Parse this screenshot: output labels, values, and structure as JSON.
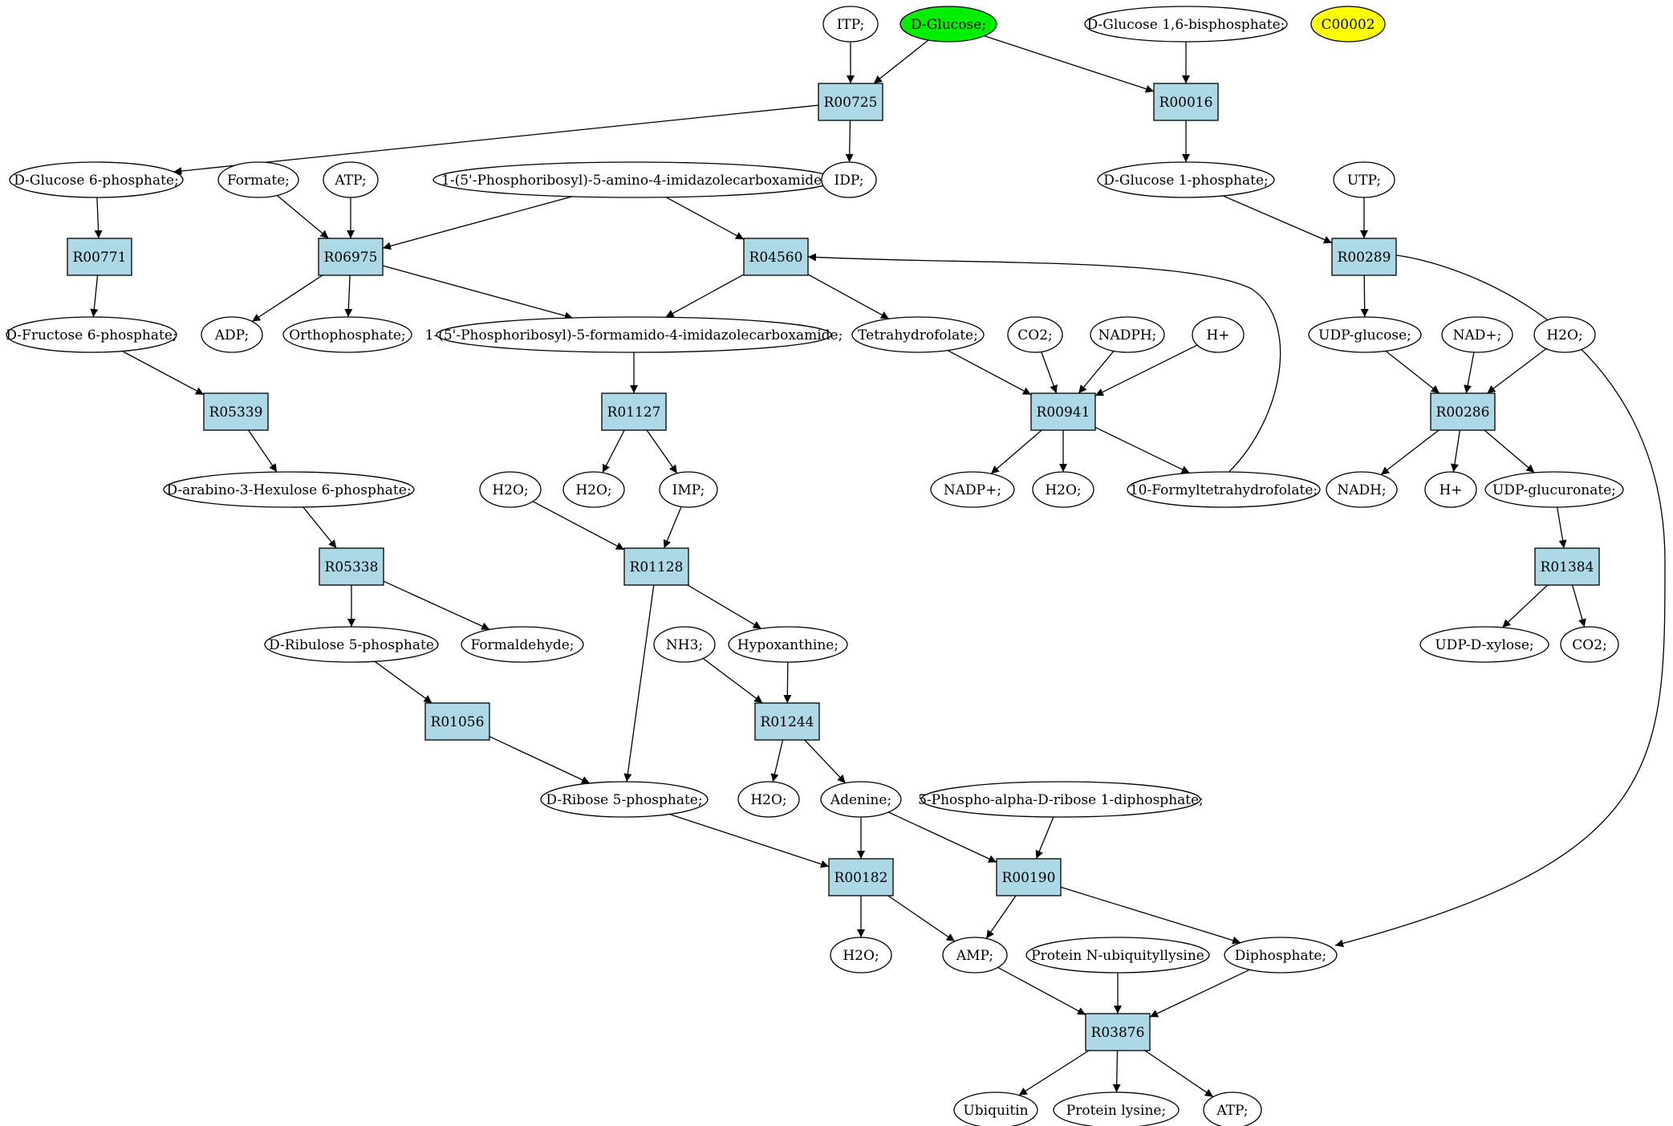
{
  "diagram": {
    "compounds": [
      {
        "id": "itp",
        "label": "ITP;",
        "fill": "#ffffff"
      },
      {
        "id": "glucose",
        "label": "D-Glucose;",
        "fill": "#00ee00"
      },
      {
        "id": "g16bp",
        "label": "D-Glucose 1,6-bisphosphate;",
        "fill": "#ffffff"
      },
      {
        "id": "c00002",
        "label": "C00002",
        "fill": "#ffff00"
      },
      {
        "id": "g6p",
        "label": "D-Glucose 6-phosphate;",
        "fill": "#ffffff"
      },
      {
        "id": "formate",
        "label": "Formate;",
        "fill": "#ffffff"
      },
      {
        "id": "atp1",
        "label": "ATP;",
        "fill": "#ffffff"
      },
      {
        "id": "aicar",
        "label": "1-(5'-Phosphoribosyl)-5-amino-4-imidazolecarboxamide;",
        "fill": "#ffffff"
      },
      {
        "id": "idp",
        "label": "IDP;",
        "fill": "#ffffff"
      },
      {
        "id": "g1p",
        "label": "D-Glucose 1-phosphate;",
        "fill": "#ffffff"
      },
      {
        "id": "utp",
        "label": "UTP;",
        "fill": "#ffffff"
      },
      {
        "id": "f6p",
        "label": "D-Fructose 6-phosphate;",
        "fill": "#ffffff"
      },
      {
        "id": "adp",
        "label": "ADP;",
        "fill": "#ffffff"
      },
      {
        "id": "pi",
        "label": "Orthophosphate;",
        "fill": "#ffffff"
      },
      {
        "id": "faicar",
        "label": "1-(5'-Phosphoribosyl)-5-formamido-4-imidazolecarboxamide;",
        "fill": "#ffffff"
      },
      {
        "id": "thf",
        "label": "Tetrahydrofolate;",
        "fill": "#ffffff"
      },
      {
        "id": "co2a",
        "label": "CO2;",
        "fill": "#ffffff"
      },
      {
        "id": "nadph",
        "label": "NADPH;",
        "fill": "#ffffff"
      },
      {
        "id": "hplus1",
        "label": "H+",
        "fill": "#ffffff"
      },
      {
        "id": "udpglc",
        "label": "UDP-glucose;",
        "fill": "#ffffff"
      },
      {
        "id": "nad",
        "label": "NAD+;",
        "fill": "#ffffff"
      },
      {
        "id": "h2o1",
        "label": "H2O;",
        "fill": "#ffffff"
      },
      {
        "id": "hex6p",
        "label": "D-arabino-3-Hexulose 6-phosphate;",
        "fill": "#ffffff"
      },
      {
        "id": "h2o2",
        "label": "H2O;",
        "fill": "#ffffff"
      },
      {
        "id": "h2o3",
        "label": "H2O;",
        "fill": "#ffffff"
      },
      {
        "id": "imp",
        "label": "IMP;",
        "fill": "#ffffff"
      },
      {
        "id": "nadp",
        "label": "NADP+;",
        "fill": "#ffffff"
      },
      {
        "id": "h2o4",
        "label": "H2O;",
        "fill": "#ffffff"
      },
      {
        "id": "fthf",
        "label": "10-Formyltetrahydrofolate;",
        "fill": "#ffffff"
      },
      {
        "id": "nadh",
        "label": "NADH;",
        "fill": "#ffffff"
      },
      {
        "id": "hplus2",
        "label": "H+",
        "fill": "#ffffff"
      },
      {
        "id": "udpglcur",
        "label": "UDP-glucuronate;",
        "fill": "#ffffff"
      },
      {
        "id": "ru5p",
        "label": "D-Ribulose 5-phosphate",
        "fill": "#ffffff"
      },
      {
        "id": "formald",
        "label": "Formaldehyde;",
        "fill": "#ffffff"
      },
      {
        "id": "nh3",
        "label": "NH3;",
        "fill": "#ffffff"
      },
      {
        "id": "hypox",
        "label": "Hypoxanthine;",
        "fill": "#ffffff"
      },
      {
        "id": "udpxyl",
        "label": "UDP-D-xylose;",
        "fill": "#ffffff"
      },
      {
        "id": "co2b",
        "label": "CO2;",
        "fill": "#ffffff"
      },
      {
        "id": "r5p",
        "label": "D-Ribose 5-phosphate;",
        "fill": "#ffffff"
      },
      {
        "id": "h2o5",
        "label": "H2O;",
        "fill": "#ffffff"
      },
      {
        "id": "adenine",
        "label": "Adenine;",
        "fill": "#ffffff"
      },
      {
        "id": "prpp",
        "label": "5-Phospho-alpha-D-ribose 1-diphosphate;",
        "fill": "#ffffff"
      },
      {
        "id": "h2o6",
        "label": "H2O;",
        "fill": "#ffffff"
      },
      {
        "id": "amp",
        "label": "AMP;",
        "fill": "#ffffff"
      },
      {
        "id": "pnub",
        "label": "Protein N-ubiquityllysine",
        "fill": "#ffffff"
      },
      {
        "id": "ppi",
        "label": "Diphosphate;",
        "fill": "#ffffff"
      },
      {
        "id": "ubiq",
        "label": "Ubiquitin",
        "fill": "#ffffff"
      },
      {
        "id": "plys",
        "label": "Protein lysine;",
        "fill": "#ffffff"
      },
      {
        "id": "atp2",
        "label": "ATP;",
        "fill": "#ffffff"
      }
    ],
    "reactions": [
      {
        "id": "R00725",
        "label": "R00725"
      },
      {
        "id": "R00016",
        "label": "R00016"
      },
      {
        "id": "R00771",
        "label": "R00771"
      },
      {
        "id": "R06975",
        "label": "R06975"
      },
      {
        "id": "R04560",
        "label": "R04560"
      },
      {
        "id": "R00289",
        "label": "R00289"
      },
      {
        "id": "R05339",
        "label": "R05339"
      },
      {
        "id": "R01127",
        "label": "R01127"
      },
      {
        "id": "R00941",
        "label": "R00941"
      },
      {
        "id": "R00286",
        "label": "R00286"
      },
      {
        "id": "R05338",
        "label": "R05338"
      },
      {
        "id": "R01128",
        "label": "R01128"
      },
      {
        "id": "R01384",
        "label": "R01384"
      },
      {
        "id": "R01056",
        "label": "R01056"
      },
      {
        "id": "R01244",
        "label": "R01244"
      },
      {
        "id": "R00182",
        "label": "R00182"
      },
      {
        "id": "R00190",
        "label": "R00190"
      },
      {
        "id": "R03876",
        "label": "R03876"
      }
    ],
    "edges": [
      [
        "itp",
        "R00725"
      ],
      [
        "glucose",
        "R00725"
      ],
      [
        "R00725",
        "g6p"
      ],
      [
        "R00725",
        "idp"
      ],
      [
        "glucose",
        "R00016"
      ],
      [
        "g16bp",
        "R00016"
      ],
      [
        "R00016",
        "g1p"
      ],
      [
        "g6p",
        "R00771"
      ],
      [
        "R00771",
        "f6p"
      ],
      [
        "formate",
        "R06975"
      ],
      [
        "atp1",
        "R06975"
      ],
      [
        "aicar",
        "R06975"
      ],
      [
        "R06975",
        "adp"
      ],
      [
        "R06975",
        "pi"
      ],
      [
        "R06975",
        "faicar"
      ],
      [
        "aicar",
        "R04560"
      ],
      [
        "fthf",
        "R04560"
      ],
      [
        "R04560",
        "faicar"
      ],
      [
        "R04560",
        "thf"
      ],
      [
        "g1p",
        "R00289"
      ],
      [
        "utp",
        "R00289"
      ],
      [
        "R00289",
        "udpglc"
      ],
      [
        "R00289",
        "ppi"
      ],
      [
        "f6p",
        "R05339"
      ],
      [
        "R05339",
        "hex6p"
      ],
      [
        "faicar",
        "R01127"
      ],
      [
        "R01127",
        "h2o3"
      ],
      [
        "R01127",
        "imp"
      ],
      [
        "thf",
        "R00941"
      ],
      [
        "co2a",
        "R00941"
      ],
      [
        "nadph",
        "R00941"
      ],
      [
        "hplus1",
        "R00941"
      ],
      [
        "R00941",
        "nadp"
      ],
      [
        "R00941",
        "h2o4"
      ],
      [
        "R00941",
        "fthf"
      ],
      [
        "udpglc",
        "R00286"
      ],
      [
        "nad",
        "R00286"
      ],
      [
        "h2o1",
        "R00286"
      ],
      [
        "R00286",
        "nadh"
      ],
      [
        "R00286",
        "hplus2"
      ],
      [
        "R00286",
        "udpglcur"
      ],
      [
        "hex6p",
        "R05338"
      ],
      [
        "R05338",
        "ru5p"
      ],
      [
        "R05338",
        "formald"
      ],
      [
        "h2o2",
        "R01128"
      ],
      [
        "imp",
        "R01128"
      ],
      [
        "R01128",
        "hypox"
      ],
      [
        "R01128",
        "r5p"
      ],
      [
        "udpglcur",
        "R01384"
      ],
      [
        "R01384",
        "udpxyl"
      ],
      [
        "R01384",
        "co2b"
      ],
      [
        "ru5p",
        "R01056"
      ],
      [
        "R01056",
        "r5p"
      ],
      [
        "nh3",
        "R01244"
      ],
      [
        "hypox",
        "R01244"
      ],
      [
        "R01244",
        "h2o5"
      ],
      [
        "R01244",
        "adenine"
      ],
      [
        "r5p",
        "R00182"
      ],
      [
        "adenine",
        "R00182"
      ],
      [
        "R00182",
        "h2o6"
      ],
      [
        "R00182",
        "amp"
      ],
      [
        "adenine",
        "R00190"
      ],
      [
        "prpp",
        "R00190"
      ],
      [
        "R00190",
        "amp"
      ],
      [
        "R00190",
        "ppi"
      ],
      [
        "amp",
        "R03876"
      ],
      [
        "pnub",
        "R03876"
      ],
      [
        "ppi",
        "R03876"
      ],
      [
        "R03876",
        "ubiq"
      ],
      [
        "R03876",
        "plys"
      ],
      [
        "R03876",
        "atp2"
      ]
    ]
  }
}
